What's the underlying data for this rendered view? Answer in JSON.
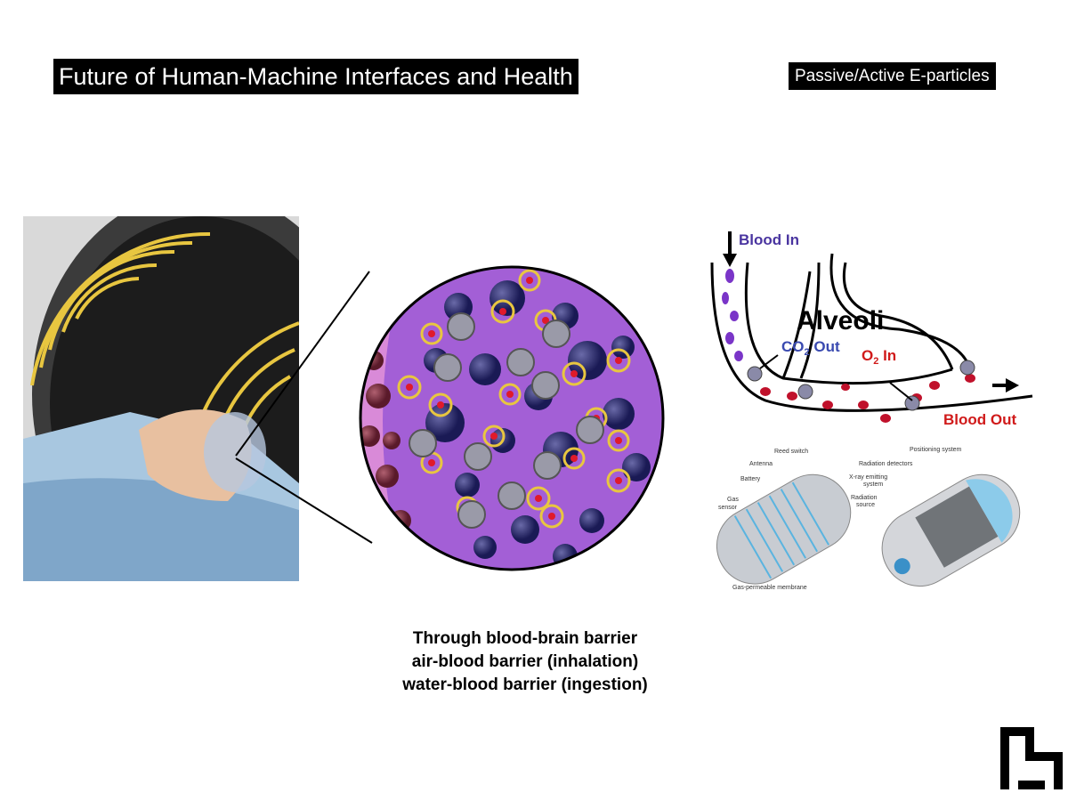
{
  "slide": {
    "title": "Future of Human-Machine Interfaces and Health",
    "tag": "Passive/Active E-particles",
    "caption": [
      "Through blood-brain barrier",
      "air-blood barrier (inhalation)",
      "water-blood barrier (ingestion)"
    ]
  },
  "alveoli": {
    "blood_in": "Blood In",
    "title": "Alveoli",
    "co2": "CO",
    "co2_sub": "2",
    "co2_out": " Out",
    "o2": "O",
    "o2_sub": "2",
    "o2_in": " In",
    "blood_out": "Blood Out"
  },
  "capsules": {
    "left": [
      "Reed switch",
      "Antenna",
      "Battery",
      "Gas",
      "sensor",
      "Gas-permeable membrane"
    ],
    "right": [
      "Positioning system",
      "Radiation detectors",
      "X-ray emitting",
      "system",
      "Radiation",
      "source"
    ]
  },
  "colors": {
    "accent": "#000000",
    "ring": "#e8c640",
    "blood": "#c0112b",
    "purple": "#a35fd6"
  }
}
